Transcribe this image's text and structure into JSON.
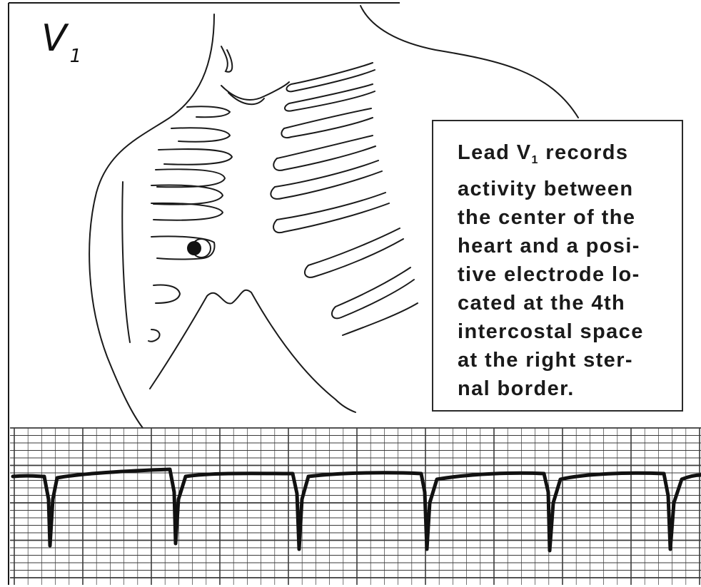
{
  "lead_label": {
    "letter": "V",
    "subscript": "1"
  },
  "callout": {
    "lines": [
      {
        "before": "Lead  V",
        "sub": "1",
        "after": "  records"
      },
      {
        "before": "activity  between",
        "sub": "",
        "after": ""
      },
      {
        "before": "the  center  of  the",
        "sub": "",
        "after": ""
      },
      {
        "before": "heart  and  a  posi-",
        "sub": "",
        "after": ""
      },
      {
        "before": "tive  electrode  lo-",
        "sub": "",
        "after": ""
      },
      {
        "before": "cated  at  the  4th",
        "sub": "",
        "after": ""
      },
      {
        "before": "intercostal  space",
        "sub": "",
        "after": ""
      },
      {
        "before": "at  the  right  ster-",
        "sub": "",
        "after": ""
      },
      {
        "before": "nal border.",
        "sub": "",
        "after": ""
      }
    ]
  },
  "colors": {
    "ink": "#1a1a1a",
    "paper": "#ffffff",
    "grid": "#3a3a3a"
  }
}
